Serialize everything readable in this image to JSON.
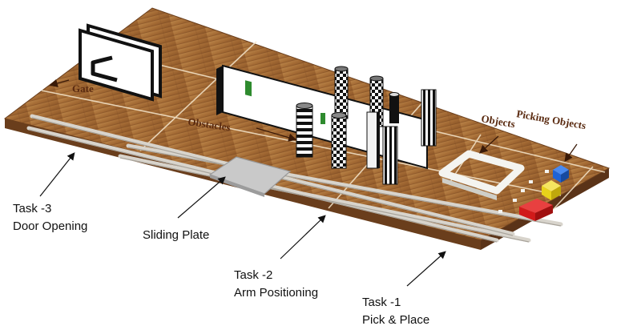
{
  "board_labels": {
    "gate": "Gate",
    "obstacles": "Obstacles",
    "objects": "Objects",
    "picking_objects": "Picking Objects"
  },
  "tasks": {
    "task3_line1": "Task -3",
    "task3_line2": "Door Opening",
    "sliding_plate": "Sliding Plate",
    "task2_line1": "Task -2",
    "task2_line2": "Arm Positioning",
    "task1_line1": "Task -1",
    "task1_line2": "Pick & Place"
  },
  "colors": {
    "wood_light": "#b07840",
    "wood_dark": "#7a4a22",
    "board_label": "#5a2a10",
    "cube_blue": "#1f63d6",
    "cube_yellow": "#e8d21a",
    "cube_red": "#d11a1a",
    "obstacle_green": "#2e8b2e"
  }
}
